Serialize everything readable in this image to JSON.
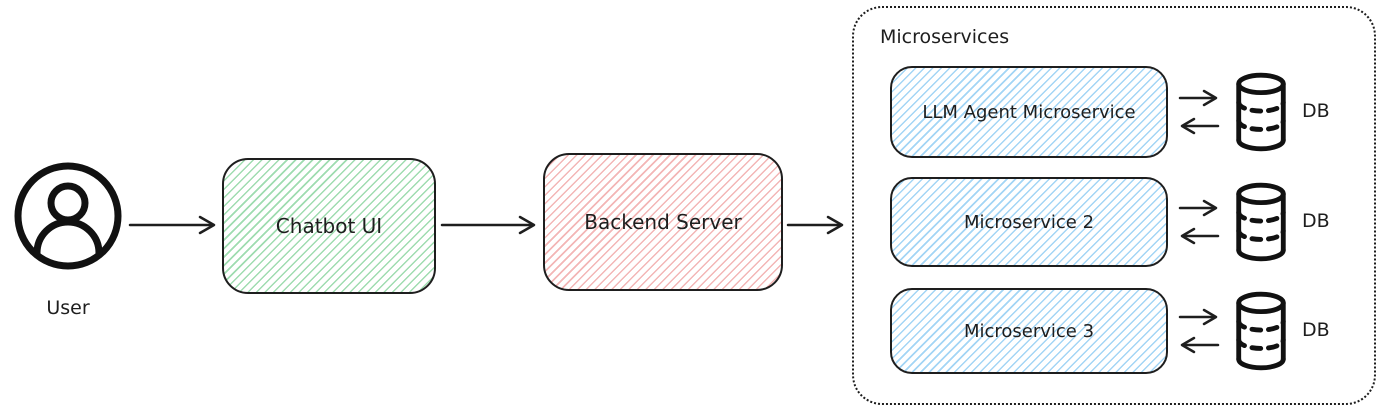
{
  "diagram": {
    "user": {
      "label": "User"
    },
    "nodes": {
      "chatbot": {
        "label": "Chatbot UI"
      },
      "backend": {
        "label": "Backend Server"
      }
    },
    "microservices": {
      "group_label": "Microservices",
      "services": [
        {
          "label": "LLM Agent Microservice",
          "db_label": "DB"
        },
        {
          "label": "Microservice 2",
          "db_label": "DB"
        },
        {
          "label": "Microservice 3",
          "db_label": "DB"
        }
      ]
    },
    "colors": {
      "stroke": "#1e1e1e",
      "chatbot_stripe": "#9fdcb0",
      "backend_stripe": "#f3b6b6",
      "service_stripe": "#a3d5f5"
    }
  }
}
